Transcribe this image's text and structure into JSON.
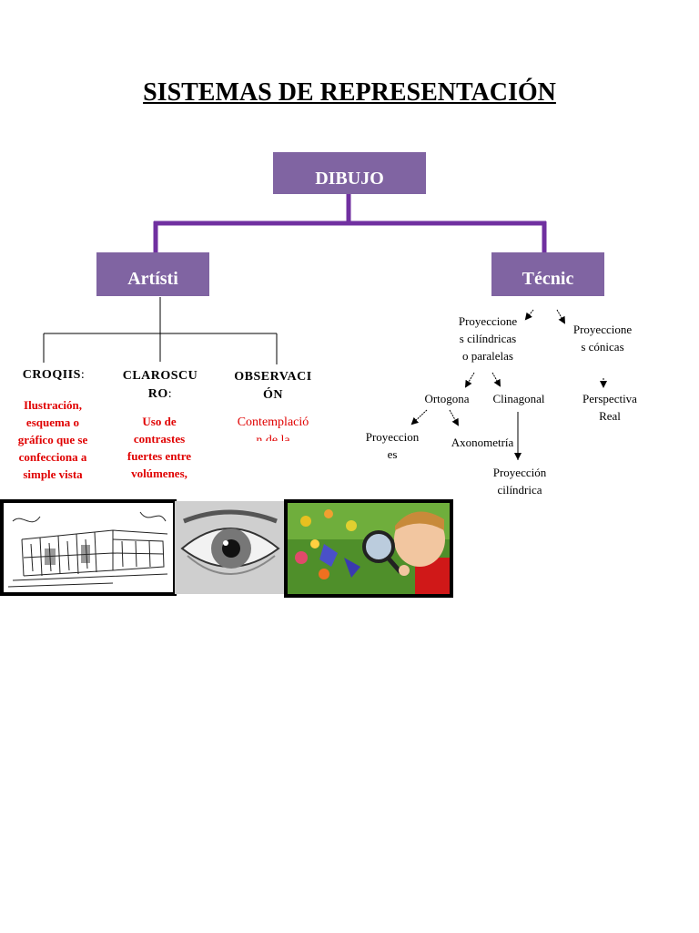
{
  "title": "SISTEMAS DE REPRESENTACIÓN",
  "colors": {
    "box": "#8064a2",
    "red": "#e00000"
  },
  "root_box": "DIBUJO",
  "left_box": "Artísti",
  "right_box": "Técnic",
  "artistic": {
    "croquis": {
      "label": "CROQIIS",
      "suffix": ":",
      "desc_lines": [
        "Ilustración,",
        "esquema o",
        "gráfico que se",
        "confecciona a",
        "simple vista"
      ]
    },
    "claroscuro": {
      "label_lines": [
        "CLAROSCU",
        "RO"
      ],
      "suffix": ":",
      "desc_lines": [
        "Uso de",
        "contrastes",
        "fuertes entre",
        "volúmenes,"
      ]
    },
    "observacion": {
      "label_lines": [
        "OBSERVACI",
        "ÓN"
      ],
      "desc_lines": [
        "Contemplació",
        "n de la"
      ]
    }
  },
  "technical": {
    "cilindricas": [
      "Proyeccione",
      "s cilíndricas",
      "o paralelas"
    ],
    "conicas": [
      "Proyeccione",
      "s cónicas"
    ],
    "ortogonal": "Ortogona",
    "clinagonal": "Clinagonal",
    "perspectiva": [
      "Perspectiva",
      "Real"
    ],
    "proyecciones": [
      "Proyeccion",
      "es"
    ],
    "axonometria": "Axonometría",
    "proy_cilindrica": [
      "Proyección",
      "cilíndrica"
    ]
  },
  "images": [
    "sketch-building",
    "pencil-eye",
    "boy-magnifier"
  ]
}
